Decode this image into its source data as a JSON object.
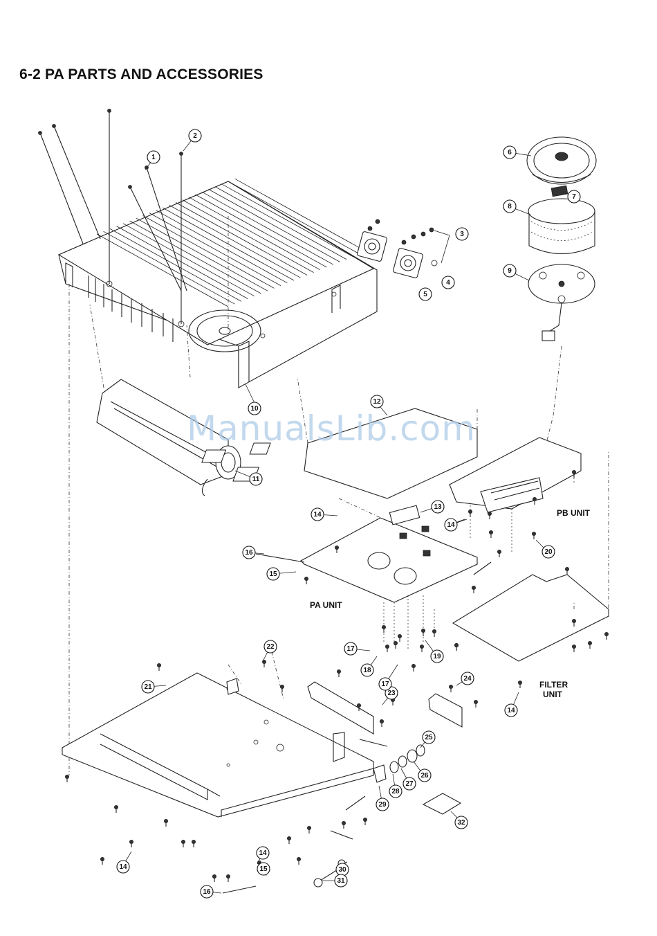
{
  "title": "6-2 PA PARTS AND ACCESSORIES",
  "watermark": "ManualsLib.com",
  "unit_labels": {
    "pb_unit": "PB UNIT",
    "pa_unit": "PA UNIT",
    "filter_unit_line1": "FILTER",
    "filter_unit_line2": "UNIT"
  },
  "callouts": [
    "1",
    "2",
    "3",
    "4",
    "5",
    "6",
    "7",
    "8",
    "9",
    "10",
    "11",
    "12",
    "13",
    "14",
    "15",
    "16",
    "17",
    "18",
    "19",
    "20",
    "21",
    "22",
    "23",
    "24",
    "25",
    "26",
    "27",
    "28",
    "29",
    "30",
    "31",
    "32"
  ]
}
